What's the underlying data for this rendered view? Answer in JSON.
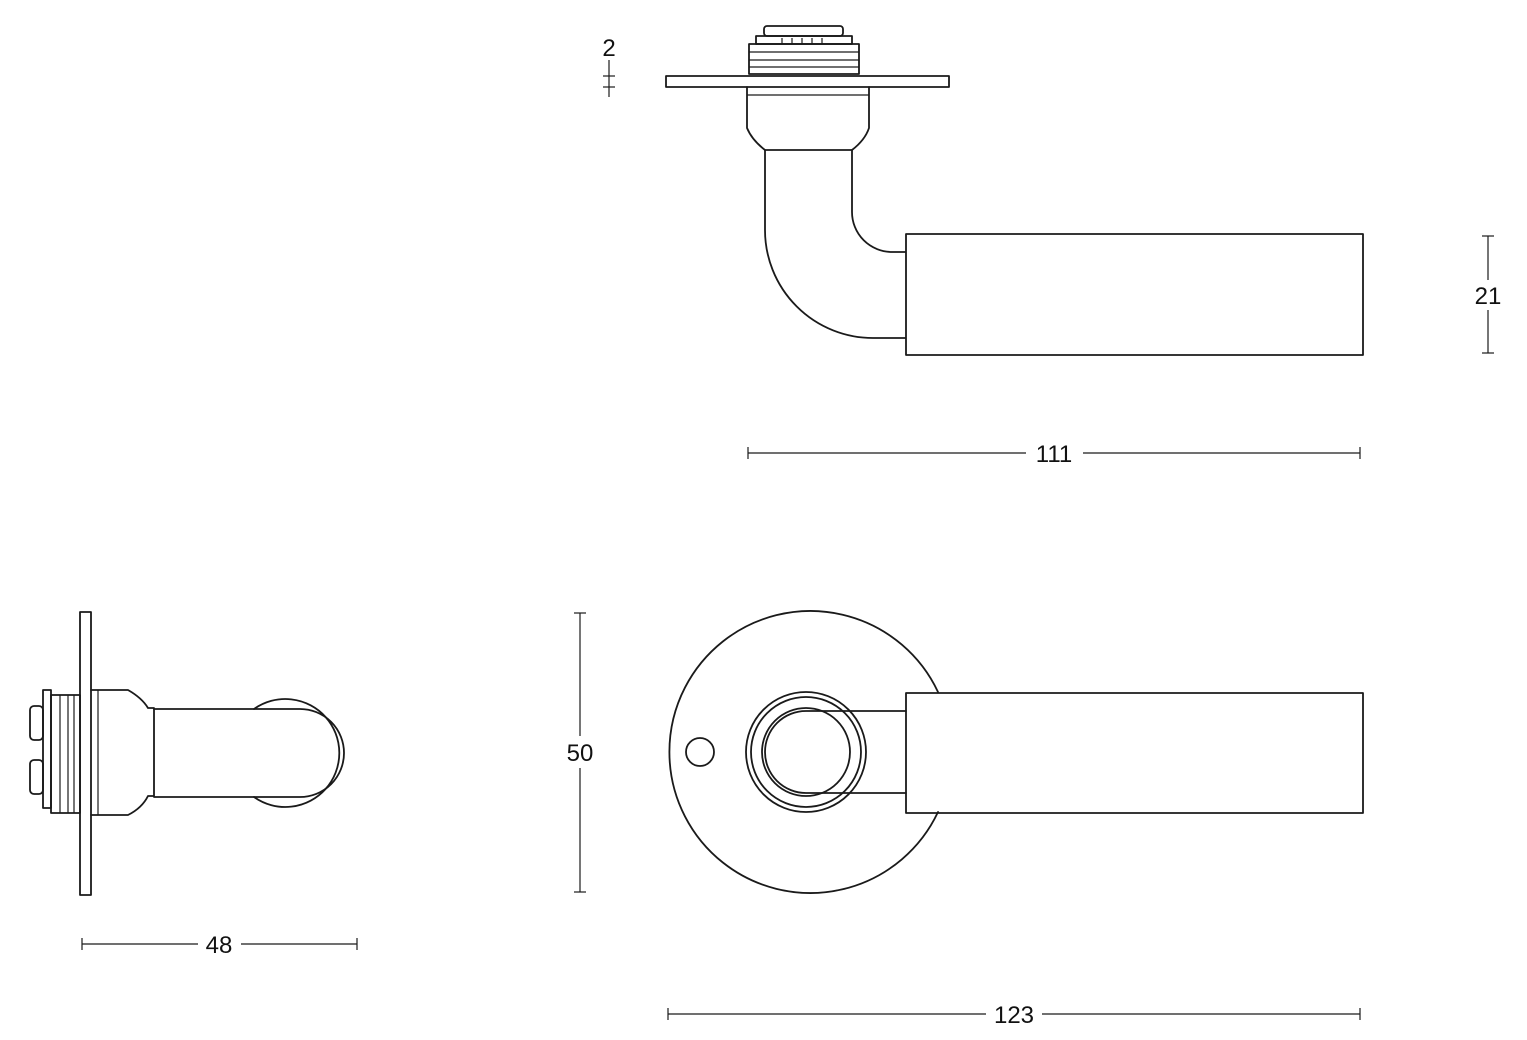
{
  "dimensions": {
    "plate_thickness": "2",
    "lever_height": "21",
    "lever_projection": "111",
    "side_depth": "48",
    "rose_diameter": "50",
    "overall_length": "123"
  }
}
